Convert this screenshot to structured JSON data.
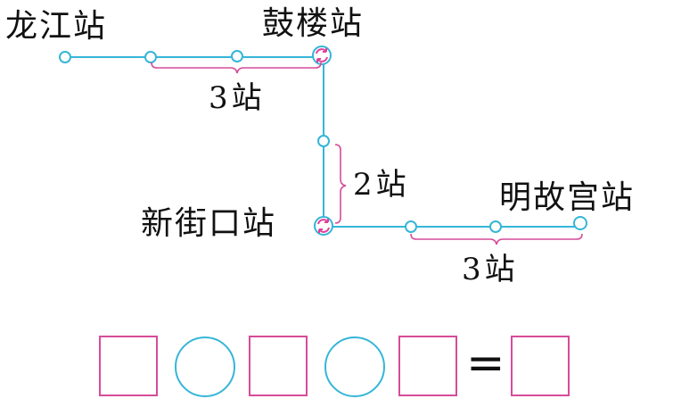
{
  "stations": {
    "longjiang": "龙江站",
    "gulou": "鼓楼站",
    "xinjiekou": "新街口站",
    "minggugong": "明故宫站"
  },
  "segments": {
    "top": "3站",
    "middle": "2站",
    "bottom": "3站"
  },
  "equation": {
    "equals_sign": "="
  },
  "colors": {
    "line": "#35b6d8",
    "brace": "#d64c9a",
    "box": "#d64c9a",
    "circle": "#35b6d8",
    "transfer_icon": "#e0409a"
  }
}
